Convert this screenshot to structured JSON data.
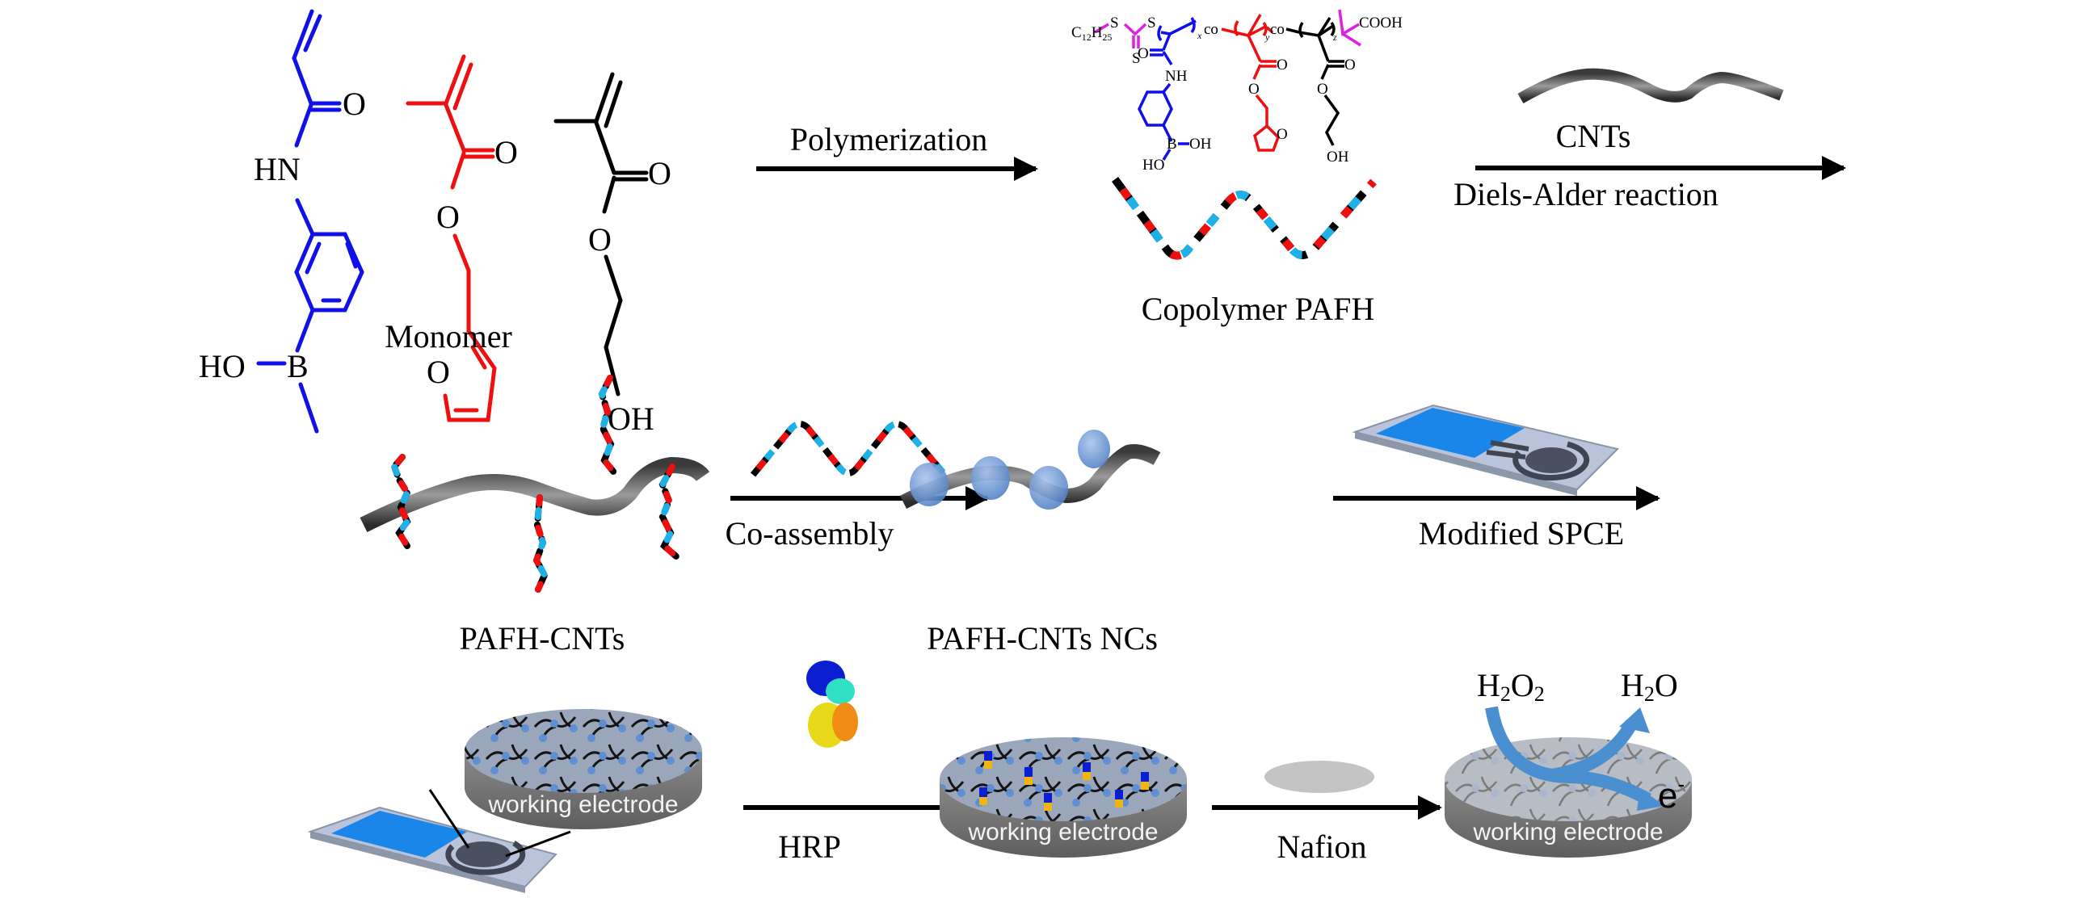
{
  "figure": {
    "colors": {
      "acrylamide_unit": "#1010e8",
      "furfuryl_unit": "#ee1010",
      "hydroxyethyl_unit": "#000000",
      "raft_agent": "#e020e0",
      "polymer_segment_blue": "#1fb0e8",
      "cnt_gray": "#555555",
      "nanocomposite_sphere": "#6f9bd8",
      "spce_blue": "#1b86ea",
      "electrode_side": "#7a7a7a",
      "electrode_top": "#9aa6ba",
      "reaction_arrow": "#4a8fd0"
    },
    "row1": {
      "monomer_atoms": {
        "blue_O": "O",
        "blue_HN": "HN",
        "blue_HO": "HO",
        "blue_B": "B",
        "red_O_carbonyl": "O",
        "red_O_ester": "O",
        "red_O_furan": "O",
        "black_O_carbonyl": "O",
        "black_O_ester": "O",
        "black_OH": "OH"
      },
      "monomer_label": "Monomer",
      "polymerization_label": "Polymerization",
      "copolymer": {
        "chain_end_left": "C",
        "chain_end_left_sub1": "12",
        "chain_end_left_H": "H",
        "chain_end_left_sub2": "25",
        "S1": "S",
        "S2": "S",
        "S3": "S",
        "x": "x",
        "y": "y",
        "z": "z",
        "co1": "co",
        "co2": "co",
        "cooh": "COOH",
        "O_amide": "O",
        "NH": "NH",
        "B": "B",
        "B_OH": "OH",
        "HO": "HO",
        "O_red_carbonyl": "O",
        "O_red_ester": "O",
        "O_furan": "O",
        "O_black_carbonyl": "O",
        "O_black_ester": "O",
        "OH_black": "OH"
      },
      "copolymer_label": "Copolymer PAFH",
      "cnts_label": "CNTs",
      "diels_alder_label": "Diels-Alder reaction"
    },
    "row2": {
      "pafh_cnts_label": "PAFH-CNTs",
      "coassembly_label": "Co-assembly",
      "nanocomposite_label": "PAFH-CNTs NCs",
      "modified_spce_label": "Modified SPCE"
    },
    "row3": {
      "working_electrode_text": "working electrode",
      "hrp_label": "HRP",
      "nafion_label": "Nafion",
      "h2o2": {
        "H": "H",
        "sub1": "2",
        "O": "O",
        "sub2": "2"
      },
      "h2o": {
        "H": "H",
        "sub": "2",
        "O": "O"
      },
      "electron": {
        "e": "e",
        "sup": "-"
      }
    }
  }
}
